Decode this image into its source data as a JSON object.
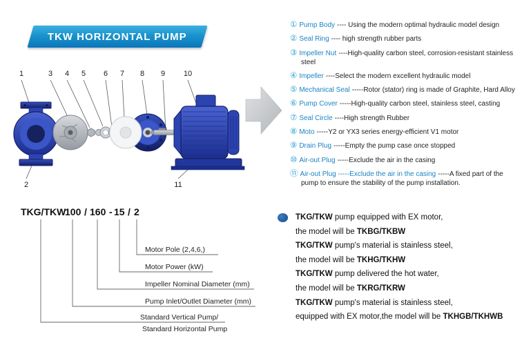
{
  "banner": {
    "title": "TKW HORIZONTAL PUMP"
  },
  "diagram": {
    "callouts": [
      "1",
      "3",
      "4",
      "5",
      "6",
      "7",
      "8",
      "9",
      "10",
      "2",
      "11"
    ]
  },
  "parts_list": [
    {
      "num": "①",
      "name": "Pump Body",
      "desc": "---- Using the modern optimal hydraulic model design"
    },
    {
      "num": "②",
      "name": "Seal Ring",
      "desc": "---- high strength rubber parts"
    },
    {
      "num": "③",
      "name": "Impeller Nut",
      "desc": "----High-quality carbon steel, corrosion-resistant stainless steel"
    },
    {
      "num": "④",
      "name": "Impeller",
      "desc": "----Select the modern excellent hydraulic model"
    },
    {
      "num": "⑤",
      "name": "Mechanical Seal",
      "desc": "-----Rotor (stator) ring is made of Graphite, Hard Alloy"
    },
    {
      "num": "⑥",
      "name": "Pump Cover",
      "desc": "-----High-quality carbon steel, stainless steel, casting"
    },
    {
      "num": "⑦",
      "name": "Seal Circle",
      "desc": "----High strength Rubber"
    },
    {
      "num": "⑧",
      "name": "Moto",
      "desc": "-----Y2 or YX3 series energy-efficient V1 motor"
    },
    {
      "num": "⑨",
      "name": "Drain Plug",
      "desc": "-----Empty the pump case once stopped"
    },
    {
      "num": "⑩",
      "name": "Air-out Plug",
      "desc": "-----Exclude the air in the casing"
    },
    {
      "num": "⑪",
      "name": "Air-out Plug -----Exclude the air in the casing",
      "desc": "-----A fixed part of the pump to ensure the stability of the pump installation."
    }
  ],
  "model_code": {
    "series": "TKG/TKW",
    "inlet": "100",
    "sep1": "/",
    "diameter": "160",
    "sep2": "-",
    "power": "15",
    "sep3": "/",
    "pole": "2",
    "labels": {
      "pole": "Motor Pole (2,4,6,)",
      "power": "Motor Power  (kW)",
      "diameter": "Impeller Nominal Diameter (mm)",
      "inlet": "Pump Inlet/Outlet Diameter (mm)",
      "series1": "Standard Vertical Pump/",
      "series2": "Standard  Horizontal Pump"
    }
  },
  "notes": {
    "lines": [
      [
        {
          "t": "TKG/TKW",
          "b": true
        },
        {
          "t": " pump equipped with EX motor,",
          "b": false
        }
      ],
      [
        {
          "t": "the model will be ",
          "b": false
        },
        {
          "t": "TKBG/TKBW",
          "b": true
        }
      ],
      [
        {
          "t": "TKG/TKW",
          "b": true
        },
        {
          "t": " pump's material is stainless steel,",
          "b": false
        }
      ],
      [
        {
          "t": "the model will be ",
          "b": false
        },
        {
          "t": "TKHG/TKHW",
          "b": true
        }
      ],
      [
        {
          "t": "TKG/TKW",
          "b": true
        },
        {
          "t": " pump delivered the hot water,",
          "b": false
        }
      ],
      [
        {
          "t": "the model will be ",
          "b": false
        },
        {
          "t": "TKRG/TKRW",
          "b": true
        }
      ],
      [
        {
          "t": "TKG/TKW",
          "b": true
        },
        {
          "t": " pump's material is stainless steel,",
          "b": false
        }
      ],
      [
        {
          "t": "equipped with EX motor,the model will be ",
          "b": false
        },
        {
          "t": "TKHGB/TKHWB",
          "b": true
        }
      ]
    ]
  },
  "colors": {
    "banner_top": "#3db0e0",
    "banner_bottom": "#0b76ba",
    "list_number_blue": "#2aa0d5",
    "part_name_blue": "#1b83c5",
    "pump_blue": "#2c44b2",
    "bullet_blue": "#14498a",
    "arrow_gray": "#c6c9cc"
  }
}
